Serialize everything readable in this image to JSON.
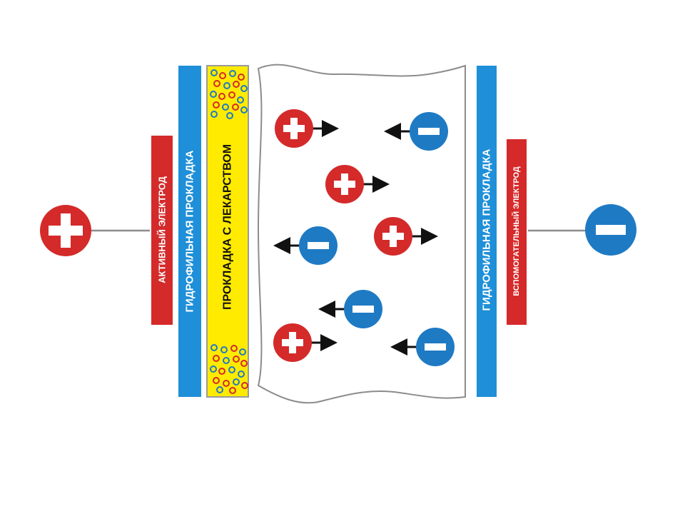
{
  "labels": {
    "active_electrode": "АКТИВНЫЙ ЭЛЕКТРОД",
    "hydrophilic_pad_left": "ГИДРОФИЛЬНАЯ ПРОКЛАДКА",
    "drug_pad": "ПРОКЛАДКА С ЛЕКАРСТВОМ",
    "hydrophilic_pad_right": "ГИДРОФИЛЬНАЯ ПРОКЛАДКА",
    "auxiliary_electrode": "ВСПОМОГАТЕЛЬНЫЙ ЭЛЕКТРОД"
  },
  "symbols": {
    "positive": "+",
    "negative": "−"
  },
  "colors": {
    "positive": "#d42a2a",
    "negative": "#1f7ac4",
    "pad_blue": "#1e8fd8",
    "drug_yellow": "#ffeb00",
    "label_red": "#d42a2a",
    "wire": "#8c8c8c"
  },
  "ions": [
    {
      "charge": "positive",
      "direction": "right"
    },
    {
      "charge": "negative",
      "direction": "left"
    },
    {
      "charge": "positive",
      "direction": "right"
    },
    {
      "charge": "negative",
      "direction": "left"
    },
    {
      "charge": "positive",
      "direction": "right"
    },
    {
      "charge": "negative",
      "direction": "left"
    },
    {
      "charge": "positive",
      "direction": "right"
    },
    {
      "charge": "negative",
      "direction": "left"
    }
  ]
}
